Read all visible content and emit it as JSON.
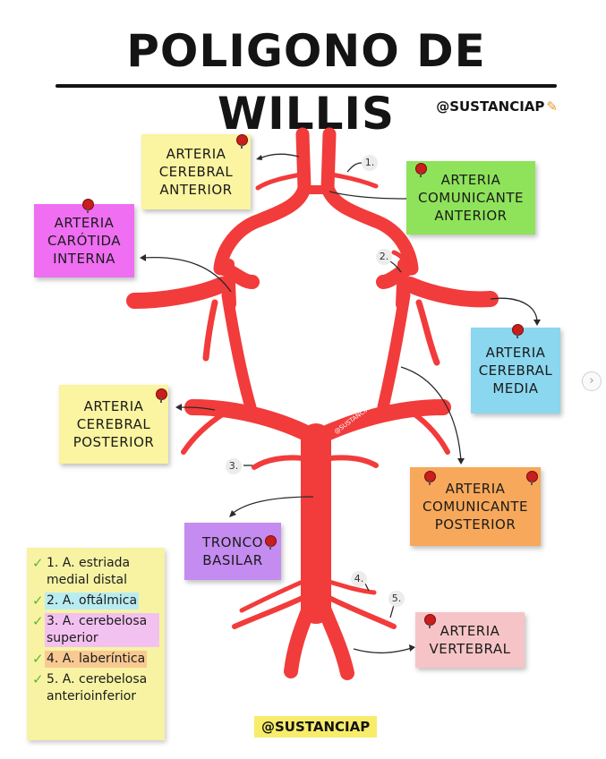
{
  "title": "POLIGONO DE WILLIS",
  "handle_top": "@SUSTANCIAP",
  "watermark": "@SUSTANCIAP",
  "footer": "@SUSTANCIAP",
  "labels": {
    "aca": "ARTERIA\nCEREBRAL\nANTERIOR",
    "acom": "ARTERIA\nCOMUNICANTE\nANTERIOR",
    "aci": "ARTERIA\nCARÓTIDA\nINTERNA",
    "acm": "ARTERIA\nCEREBRAL\nMEDIA",
    "acp": "ARTERIA\nCEREBRAL\nPOSTERIOR",
    "apcom": "ARTERIA\nCOMUNICANTE\nPOSTERIOR",
    "tronco": "TRONCO\nBASILAR",
    "vertebral": "ARTERIA\nVERTEBRAL"
  },
  "numbers": [
    "1.",
    "2.",
    "3.",
    "4.",
    "5."
  ],
  "legend": [
    {
      "text": "1. A. estriada medial distal",
      "highlight": "#f7f3a3"
    },
    {
      "text": "2. A. oftálmica",
      "highlight": "#b9ecf0"
    },
    {
      "text": "3. A. cerebelosa superior",
      "highlight": "#f3c1ef"
    },
    {
      "text": "4. A. laberíntica",
      "highlight": "#f9c992"
    },
    {
      "text": "5. A. cerebelosa anterioinferior",
      "highlight": "#f7f3a3"
    }
  ],
  "colors": {
    "artery": "#f23b3b",
    "note_yellow": "#fbf4a0",
    "note_green": "#8ee35a",
    "note_magenta": "#ef6ef2",
    "note_cyan": "#8ad7ef",
    "note_orange": "#f7a85a",
    "note_purple": "#c48bf0",
    "note_pink": "#f6c4c6"
  },
  "icons": {
    "check": "check-icon",
    "pin": "pushpin-icon",
    "pencil": "pencil-icon",
    "next": "chevron-right-icon"
  }
}
